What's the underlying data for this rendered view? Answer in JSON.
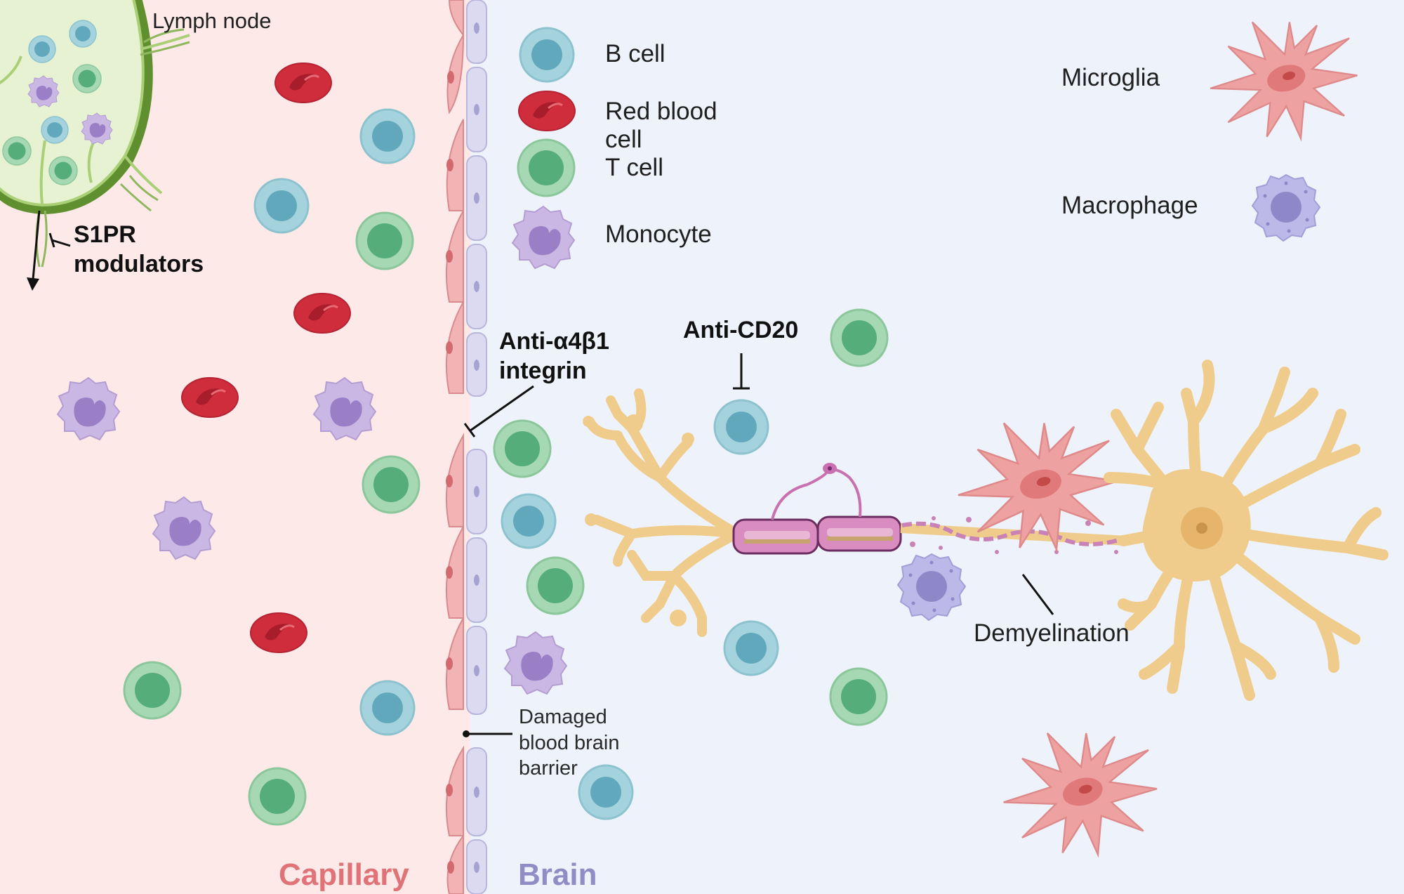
{
  "colors": {
    "capillary_bg": "#fde9e7",
    "brain_bg": "#eef3fb",
    "b_cell": "#9ccfda",
    "t_cell": "#9ad2ac",
    "rbc": "#d03341",
    "monocyte": "#c7b2e0",
    "microglia": "#f0a3a3",
    "macrophage": "#b8b4e6",
    "neuron": "#f2d093",
    "myelin": "#d889bd",
    "lymph": "#c3df95",
    "endothelium_red": "#f0b1b3",
    "endothelium_purple": "#dcdaf0",
    "capillary_label": "#e07378",
    "brain_label": "#8f8cc6"
  },
  "legend": {
    "b_cell": "B cell",
    "rbc_line1": "Red blood",
    "rbc_line2": "cell",
    "t_cell": "T cell",
    "monocyte": "Monocyte",
    "microglia": "Microglia",
    "macrophage": "Macrophage"
  },
  "labels": {
    "lymph_node": "Lymph node",
    "s1pr_line1": "S1PR",
    "s1pr_line2": "modulators",
    "anti_integrin_line1": "Anti-α4β1",
    "anti_integrin_line2": "integrin",
    "anti_cd20": "Anti-CD20",
    "demyelination": "Demyelination",
    "bbb_line1": "Damaged",
    "bbb_line2": "blood brain",
    "bbb_line3": "barrier",
    "capillary": "Capillary",
    "brain": "Brain"
  },
  "icons": [
    "b-cell-icon",
    "t-cell-icon",
    "red-blood-cell-icon",
    "monocyte-icon",
    "microglia-icon",
    "macrophage-icon",
    "neuron-icon",
    "astrocyte-icon",
    "lymph-node-icon"
  ]
}
